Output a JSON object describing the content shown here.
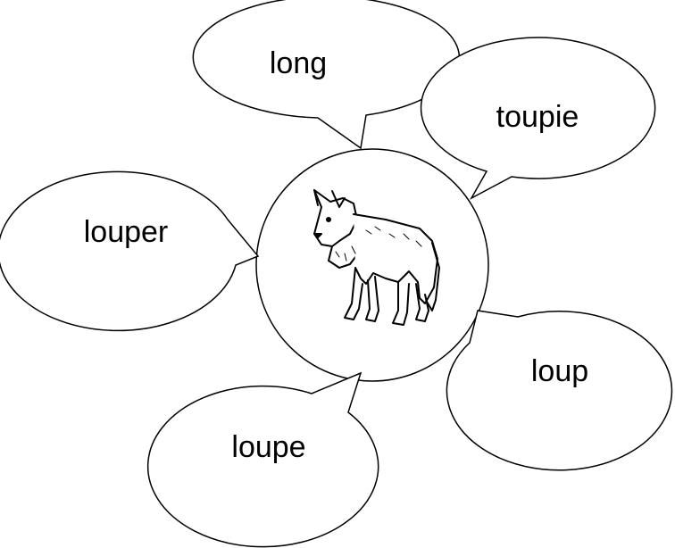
{
  "center": {
    "image": "wolf-illustration"
  },
  "bubbles": [
    {
      "id": "long",
      "label": "long"
    },
    {
      "id": "toupie",
      "label": "toupie"
    },
    {
      "id": "louper",
      "label": "louper"
    },
    {
      "id": "loup",
      "label": "loup"
    },
    {
      "id": "loupe",
      "label": "loupe"
    }
  ],
  "colors": {
    "stroke": "#000000",
    "fill": "#ffffff"
  }
}
